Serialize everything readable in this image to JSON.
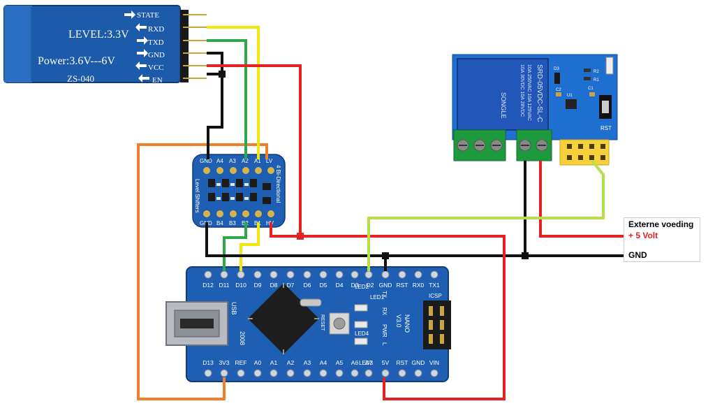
{
  "colors": {
    "board_blue": "#1f5fb3",
    "board_dark": "#123f86",
    "relay_blue": "#1e6fd0",
    "wire_red": "#e52222",
    "wire_black": "#111111",
    "wire_green": "#2ea84a",
    "wire_yellow": "#f2e60f",
    "wire_orange": "#f07f2a",
    "wire_lime": "#b6e04a",
    "pin_gold": "#d9b24a",
    "header_yellow": "#f7d13b",
    "terminal_green": "#1d9a3e"
  },
  "bt_module": {
    "pins": [
      "STATE",
      "RXD",
      "TXD",
      "GND",
      "VCC",
      "EN"
    ],
    "level_text": "LEVEL:3.3V",
    "power_text": "Power:3.6V---6V",
    "model_text": "ZS-040"
  },
  "level_shifter": {
    "top_pins": [
      "GND",
      "A4",
      "A3",
      "A2",
      "A1",
      "LV"
    ],
    "bottom_pins": [
      "GND",
      "B4",
      "B3",
      "B2",
      "B1",
      "HV"
    ],
    "side_text": "4 Bi-Directional",
    "side_text2": "Level Shifters"
  },
  "relay": {
    "relay_text1": "SRD-05VDC-SL-C",
    "relay_text2": "10A 250VAC  10A 125VAC",
    "relay_text3": "10A 30VDC  10A 28VDC",
    "brand": "SONGLE",
    "rst_label": "RST",
    "parts": [
      "D3",
      "R2",
      "R1",
      "U1",
      "C1",
      "C2"
    ]
  },
  "arduino": {
    "top_pins": [
      "D12",
      "D11",
      "D10",
      "D9",
      "D8",
      "D7",
      "D6",
      "D5",
      "D4",
      "D3",
      "D2",
      "GND",
      "RST",
      "RX0",
      "TX1"
    ],
    "bottom_pins": [
      "D13",
      "3V3",
      "REF",
      "A0",
      "A1",
      "A2",
      "A3",
      "A4",
      "A5",
      "A6",
      "A7",
      "5V",
      "RST",
      "GND",
      "VIN"
    ],
    "labels": [
      "USB",
      "ICSP",
      "NANO",
      "V3.0",
      "PWR",
      "RX",
      "TX",
      "L",
      "LED1",
      "LED2",
      "LED3",
      "LED4",
      "RESET",
      "2008"
    ]
  },
  "ext_power": {
    "title": "Externe voeding",
    "plus": "+ 5 Volt",
    "gnd": "GND"
  }
}
